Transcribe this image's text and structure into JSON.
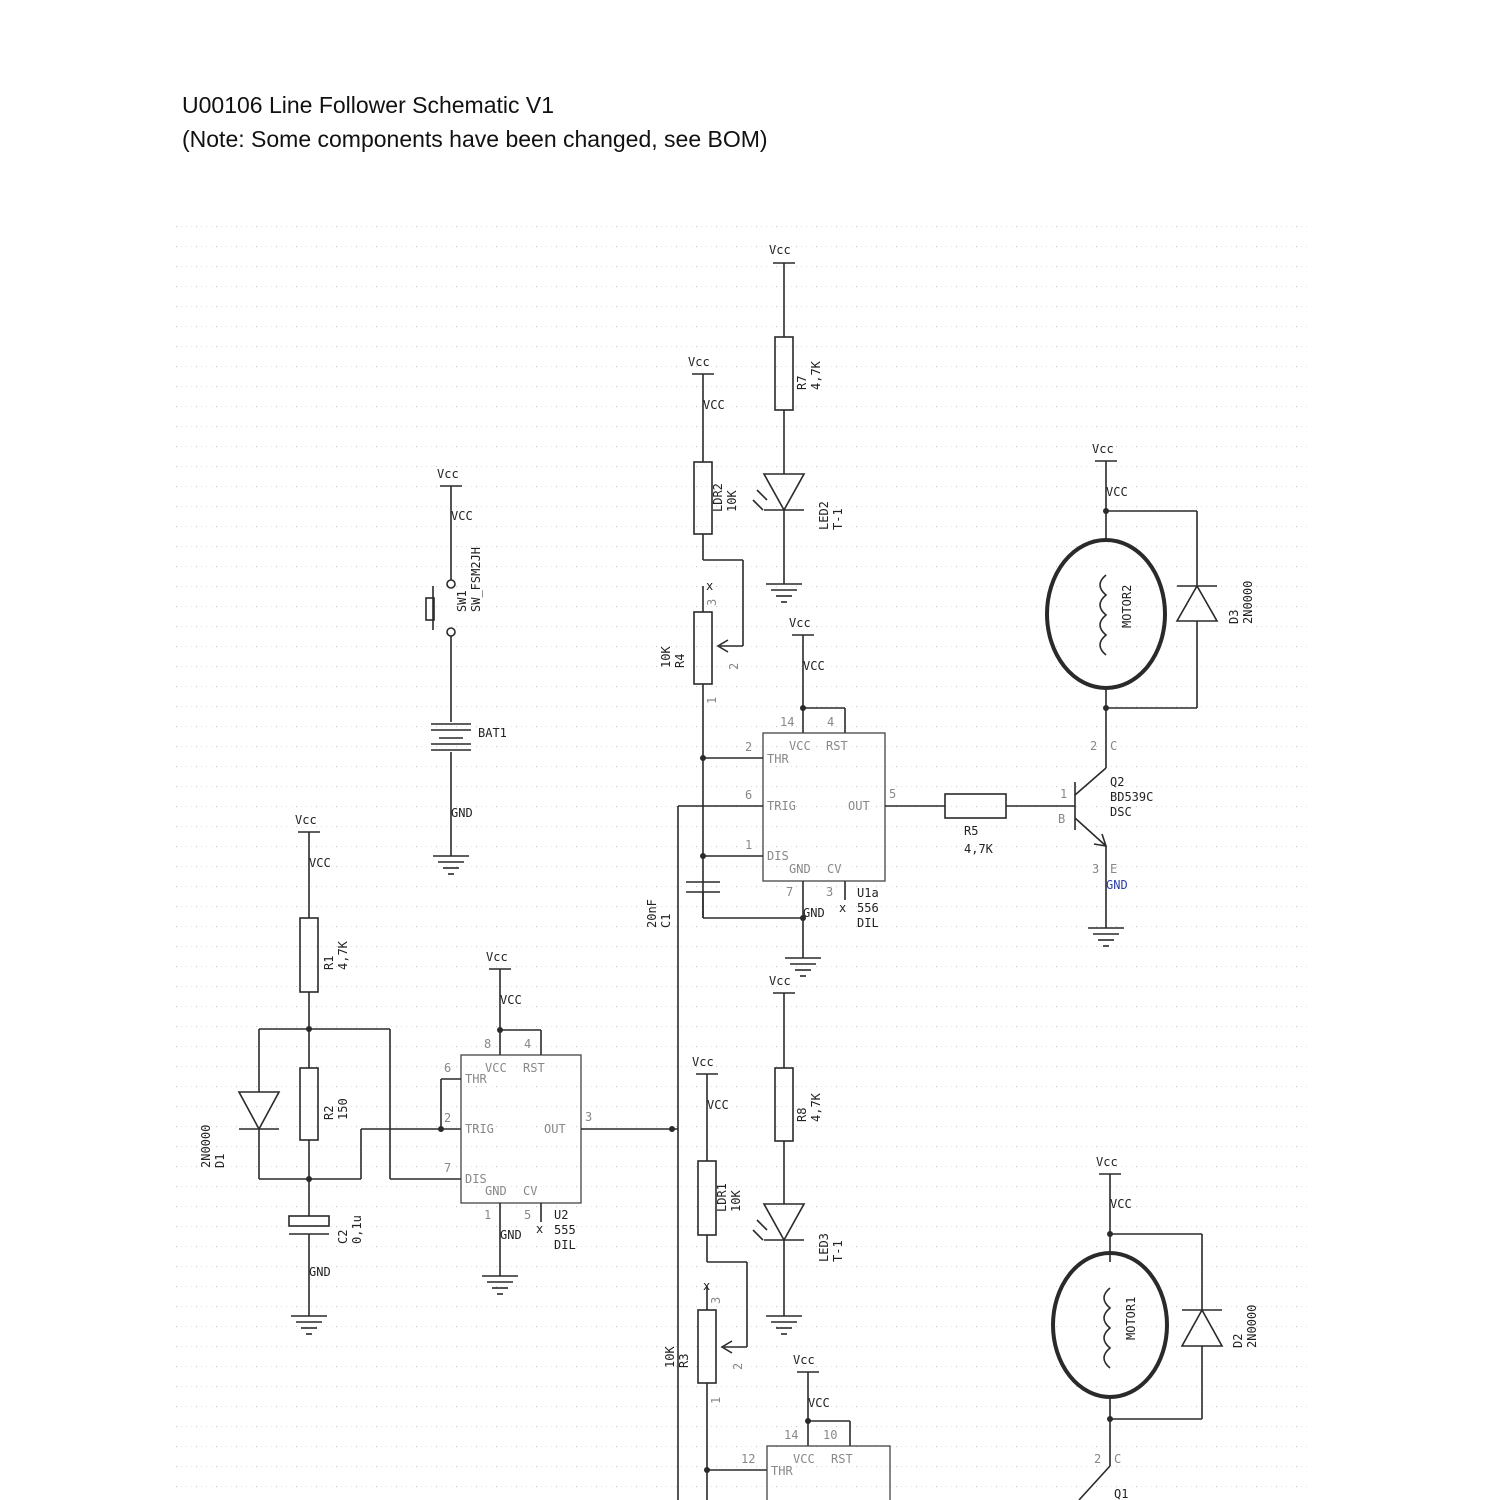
{
  "header": {
    "title": "U00106 Line Follower Schematic  V1",
    "note": "(Note: Some components have been changed, see BOM)"
  },
  "labels": {
    "vcc_upper": "Vcc",
    "vcc_net": "VCC",
    "gnd_net": "GND"
  },
  "components": {
    "r7": {
      "ref": "R7",
      "value": "4,7K"
    },
    "ldr2": {
      "ref": "LDR2",
      "value": "10K"
    },
    "led2": {
      "ref": "LED2",
      "value": "T-1"
    },
    "r4": {
      "ref": "R4",
      "value": "10K"
    },
    "sw1": {
      "ref": "SW1",
      "value": "SW_FSM2JH"
    },
    "bat1": {
      "ref": "BAT1"
    },
    "motor2": {
      "ref": "MOTOR2"
    },
    "d3": {
      "ref": "D3",
      "value": "2N0000"
    },
    "q2": {
      "ref": "Q2",
      "value": "BD539C",
      "pkg": "DSC"
    },
    "r5": {
      "ref": "R5",
      "value": "4,7K"
    },
    "u1a": {
      "ref": "U1a",
      "value": "556",
      "pkg": "DIL"
    },
    "c1": {
      "ref": "C1",
      "value": "20nF"
    },
    "r1": {
      "ref": "R1",
      "value": "4,7K"
    },
    "r2": {
      "ref": "R2",
      "value": "150"
    },
    "d1": {
      "ref": "D1",
      "value": "2N0000"
    },
    "c2": {
      "ref": "C2",
      "value": "0,1u"
    },
    "u2": {
      "ref": "U2",
      "value": "555",
      "pkg": "DIL"
    },
    "r8": {
      "ref": "R8",
      "value": "4,7K"
    },
    "ldr1": {
      "ref": "LDR1",
      "value": "10K"
    },
    "led3": {
      "ref": "LED3",
      "value": "T-1"
    },
    "r3": {
      "ref": "R3",
      "value": "10K"
    },
    "motor1": {
      "ref": "MOTOR1"
    },
    "d2": {
      "ref": "D2",
      "value": "2N0000"
    },
    "q1": {
      "ref": "Q1"
    }
  },
  "ic_pins": {
    "vcc": "VCC",
    "rst": "RST",
    "thr": "THR",
    "trig": "TRIG",
    "dis": "DIS",
    "gnd": "GND",
    "cv": "CV",
    "out": "OUT"
  },
  "pin_numbers": {
    "u1a": [
      "14",
      "4",
      "2",
      "6",
      "1",
      "7",
      "3",
      "5"
    ],
    "u2": [
      "8",
      "4",
      "6",
      "2",
      "7",
      "1",
      "5",
      "3"
    ],
    "u1b": [
      "14",
      "10",
      "12"
    ],
    "r4": [
      "3",
      "2",
      "1"
    ],
    "r3": [
      "3",
      "2",
      "1"
    ],
    "q2": [
      "2",
      "1",
      "3"
    ],
    "q2_terms": [
      "C",
      "B",
      "E"
    ],
    "q1": [
      "2"
    ],
    "q1_terms": [
      "C"
    ]
  },
  "colors": {
    "wire": "#2a2a2a",
    "grid": "#c8c8c8",
    "net_gnd_q2": "#2b3fb0"
  }
}
